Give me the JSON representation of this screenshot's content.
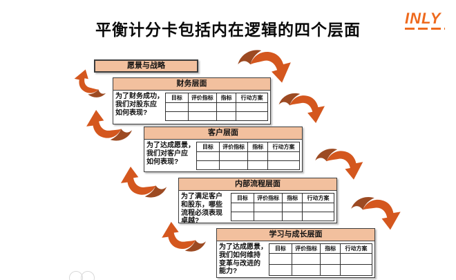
{
  "title": "平衡计分卡包括内在逻辑的四个层面",
  "logo": {
    "text": "INLY"
  },
  "vision": {
    "label": "愿景与战略"
  },
  "table_headers": [
    "目标",
    "评价指标",
    "指标",
    "行动方案"
  ],
  "sections": [
    {
      "id": "financial",
      "title": "财务层面",
      "question": "为了财务成功，\n我们对股东应\n如何表现?"
    },
    {
      "id": "customer",
      "title": "客户层面",
      "question": "为了达成愿景，\n我们对客户应\n如何表现?"
    },
    {
      "id": "internal",
      "title": "内部流程层面",
      "question": "为了满足客户\n和股东，哪些\n流程必须表现\n卓越?"
    },
    {
      "id": "learning",
      "title": "学习与成长层面",
      "question": "为了达成愿景，\n我们如何维持\n变革与改进的\n能力?"
    }
  ],
  "icons": {
    "up_arrows": "curved-swoosh-arrow-up (left side, x4)",
    "down_arrows": "curved-swoosh-arrow-down (right side, x4)"
  },
  "colors": {
    "band": "#f2c09e",
    "arrow": "#d4571e",
    "arrow_dark": "#9c4a22",
    "logo": "#ee6a1e"
  }
}
